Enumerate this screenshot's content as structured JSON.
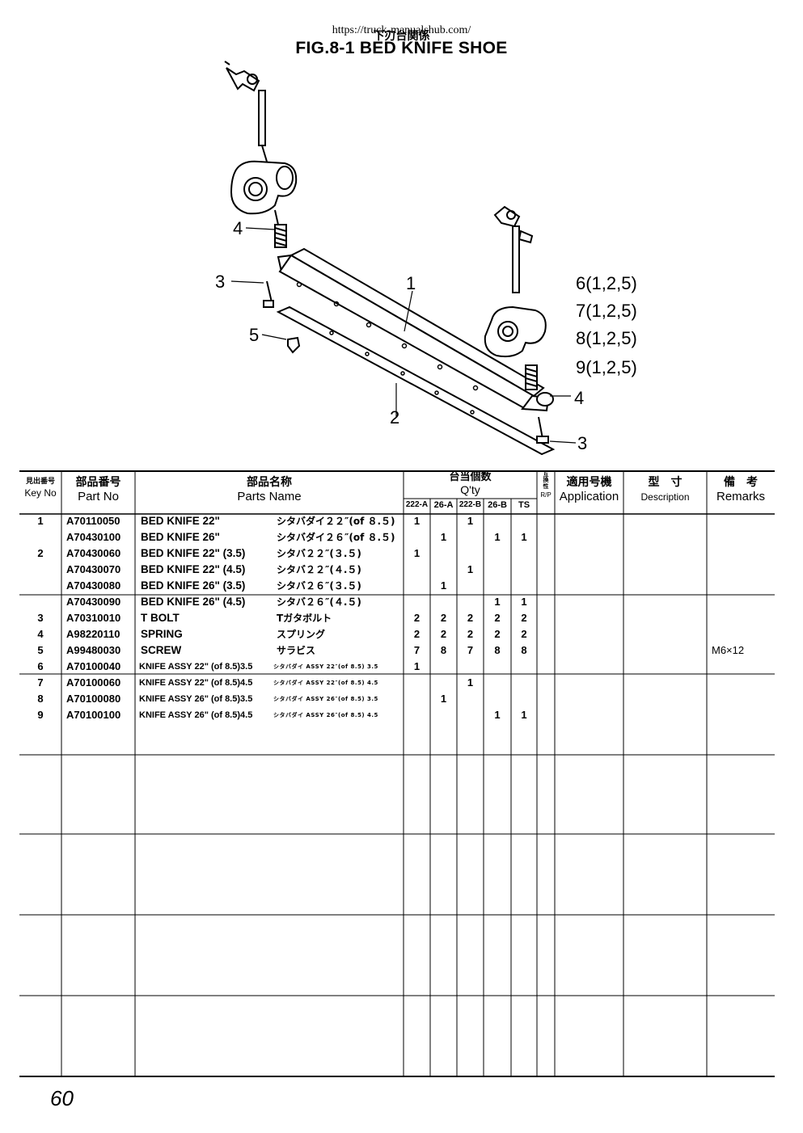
{
  "header": {
    "url": "https://truck-manualshub.com/",
    "jp_title": "下刃台関係",
    "title": "FIG.8-1 BED KNIFE SHOE"
  },
  "diagram": {
    "callouts": {
      "c4_left": "4",
      "c3_left": "3",
      "c5": "5",
      "c1": "1",
      "c2": "2",
      "c4_right": "4",
      "c3_right": "3",
      "c6": "6(1,2,5)",
      "c7": "7(1,2,5)",
      "c8": "8(1,2,5)",
      "c9": "9(1,2,5)"
    }
  },
  "table": {
    "headers": {
      "key_jp": "見出番号",
      "key_en": "Key No",
      "part_no_jp": "部品番号",
      "part_no_en": "Part No",
      "parts_name_jp": "部品名称",
      "parts_name_en": "Parts Name",
      "qty_jp": "台当個数",
      "qty_en": "Q'ty",
      "qty_cols": [
        "222-A",
        "26-A",
        "222-B",
        "26-B",
        "TS"
      ],
      "rp_jp": "互換性",
      "rp_en": "R/P",
      "application_jp": "適用号機",
      "application_en": "Application",
      "description_jp": "型　寸",
      "description_en": "Description",
      "remarks_jp": "備　考",
      "remarks_en": "Remarks"
    },
    "rows": [
      {
        "key": "1",
        "part_no": "A70110050",
        "name_en": "BED KNIFE 22\"",
        "name_jp": "シタバダイ２２″(of ８.５)",
        "q1": "1",
        "q2": "",
        "q3": "1",
        "q4": "",
        "q5": "",
        "remarks": ""
      },
      {
        "key": "",
        "part_no": "A70430100",
        "name_en": "BED KNIFE 26\"",
        "name_jp": "シタバダイ２６″(of ８.５)",
        "q1": "",
        "q2": "1",
        "q3": "",
        "q4": "1",
        "q5": "1",
        "remarks": ""
      },
      {
        "key": "2",
        "part_no": "A70430060",
        "name_en": "BED KNIFE 22\" (3.5)",
        "name_jp": "シタバ２２″(３.５)",
        "q1": "1",
        "q2": "",
        "q3": "",
        "q4": "",
        "q5": "",
        "remarks": ""
      },
      {
        "key": "",
        "part_no": "A70430070",
        "name_en": "BED KNIFE 22\" (4.5)",
        "name_jp": "シタバ２２″(４.５)",
        "q1": "",
        "q2": "",
        "q3": "1",
        "q4": "",
        "q5": "",
        "remarks": ""
      },
      {
        "key": "",
        "part_no": "A70430080",
        "name_en": "BED KNIFE 26\" (3.5)",
        "name_jp": "シタバ２６″(３.５)",
        "q1": "",
        "q2": "1",
        "q3": "",
        "q4": "",
        "q5": "",
        "remarks": ""
      },
      {
        "key": "",
        "part_no": "A70430090",
        "name_en": "BED KNIFE 26\" (4.5)",
        "name_jp": "シタバ２６″(４.５)",
        "q1": "",
        "q2": "",
        "q3": "",
        "q4": "1",
        "q5": "1",
        "remarks": ""
      },
      {
        "key": "3",
        "part_no": "A70310010",
        "name_en": "T BOLT",
        "name_jp": "Tガタボルト",
        "q1": "2",
        "q2": "2",
        "q3": "2",
        "q4": "2",
        "q5": "2",
        "remarks": ""
      },
      {
        "key": "4",
        "part_no": "A98220110",
        "name_en": "SPRING",
        "name_jp": "スプリング",
        "q1": "2",
        "q2": "2",
        "q3": "2",
        "q4": "2",
        "q5": "2",
        "remarks": ""
      },
      {
        "key": "5",
        "part_no": "A99480030",
        "name_en": "SCREW",
        "name_jp": "サラビス",
        "q1": "7",
        "q2": "8",
        "q3": "7",
        "q4": "8",
        "q5": "8",
        "remarks": "M6×12"
      },
      {
        "key": "6",
        "part_no": "A70100040",
        "name_en": "KNIFE ASSY 22\" (of 8.5)3.5",
        "name_jp": "シタバダイ ASSY 22″(of 8.5) 3.5",
        "q1": "1",
        "q2": "",
        "q3": "",
        "q4": "",
        "q5": "",
        "remarks": ""
      },
      {
        "key": "7",
        "part_no": "A70100060",
        "name_en": "KNIFE ASSY 22\" (of 8.5)4.5",
        "name_jp": "シタバダイ ASSY 22″(of 8.5) 4.5",
        "q1": "",
        "q2": "",
        "q3": "1",
        "q4": "",
        "q5": "",
        "remarks": ""
      },
      {
        "key": "8",
        "part_no": "A70100080",
        "name_en": "KNIFE ASSY 26\" (of 8.5)3.5",
        "name_jp": "シタバダイ ASSY 26″(of 8.5) 3.5",
        "q1": "",
        "q2": "1",
        "q3": "",
        "q4": "",
        "q5": "",
        "remarks": ""
      },
      {
        "key": "9",
        "part_no": "A70100100",
        "name_en": "KNIFE ASSY 26\" (of 8.5)4.5",
        "name_jp": "シタバダイ ASSY 26″(of 8.5) 4.5",
        "q1": "",
        "q2": "",
        "q3": "",
        "q4": "1",
        "q5": "1",
        "remarks": ""
      }
    ]
  },
  "footer": {
    "page_number": "60"
  }
}
